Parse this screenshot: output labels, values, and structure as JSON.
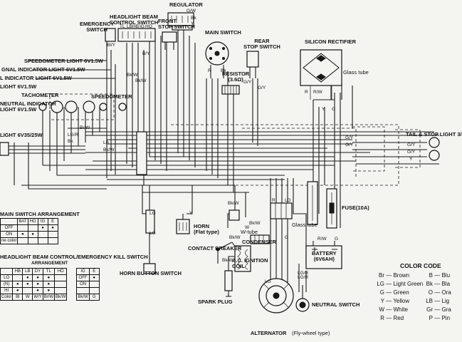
{
  "components": {
    "regulator": "REGULATOR",
    "headlight_switch": "HEADLIGHT BEAM\nCONTROL SWITCH",
    "emergency_switch": "EMERGENCY\nSWITCH",
    "front_stop": "FRONT\nSTOP SWITCH",
    "main_switch": "MAIN SWITCH",
    "rear_stop": "REAR\nSTOP SWITCH",
    "silicon_rectifier": "SILICON RECTIFIER",
    "glass_tube": "Glass tube",
    "resistor": "RESISTOR\n(3.6Ω)",
    "speedo_light": "SPEEDOMETER LIGHT 6V1.5W",
    "signal_indicator": "GNAL INDICATOR LIGHT 6V1.5W",
    "indicator_light": "L INDICATOR LIGHT 6V1.5W",
    "tacho_light": "LIGHT 6V1.5W",
    "tachometer": "TACHOMETER",
    "speedometer": "SPEEDOMETER",
    "neutral_indicator": "NEUTRAL INDICATOR\nLIGHT 6V1.5W",
    "headlight": "LIGHT 6V35/25W",
    "tail_stop": "TAIL & STOP LIGHT 3/",
    "fuse": "FUSE(10A)",
    "horn": "HORN\n(Flat type)",
    "horn_button": "HORN BUTTON SWITCH",
    "contact_breaker": "CONTACT BREAKER",
    "condenser": "CONDENSER",
    "ignition_coil": "A.C. IGNITION\nCOIL",
    "spark_plug": "SPARK PLUG",
    "alternator": "ALTERNATOR",
    "alternator_note": "(Fly-wheel type)",
    "neutral_switch": "NEUTRAL SWITCH",
    "battery": "BATTERY\n(6V6AH)",
    "w_tube": "W-tube",
    "glass_tube2": "Glass tube"
  },
  "main_switch_table": {
    "title": "MAIN SWITCH ARRANGEMENT",
    "header": [
      "BAT",
      "HO",
      "IG",
      "E"
    ],
    "rows": [
      "OFF",
      "ON",
      "ne color"
    ]
  },
  "hb_table": {
    "title": "HEADLIGHT BEAM CONTROL/EMERGENCY KILL SWITCH",
    "subtitle": "ARRANGEMENT",
    "header": [
      "HB",
      "LB",
      "DY",
      "TL",
      "HO",
      "IG",
      "E"
    ],
    "rows": [
      "LO",
      "(N)",
      "HI",
      "OFF",
      "ON",
      "Color"
    ],
    "color_row": [
      "Bl",
      "W",
      "W/Y",
      "Br/W",
      "Bk/W",
      "",
      "Bk/W",
      "G"
    ]
  },
  "color_code": {
    "title": "COLOR CODE",
    "left": [
      [
        "Br",
        "Brown"
      ],
      [
        "LG",
        "Light Green"
      ],
      [
        "G",
        "Green"
      ],
      [
        "Y",
        "Yellow"
      ],
      [
        "W",
        "White"
      ],
      [
        "R",
        "Red"
      ]
    ],
    "right": [
      [
        "B",
        "Blu"
      ],
      [
        "Bk",
        "Bla"
      ],
      [
        "O",
        "Ora"
      ],
      [
        "LB",
        "Lig"
      ],
      [
        "Gr",
        "Gra"
      ],
      [
        "P",
        "Pin"
      ]
    ]
  },
  "wire_labels": {
    "reg": [
      "G/W",
      "Bk",
      "Y"
    ],
    "hb_sw": [
      "TL",
      "LB",
      "HB",
      "IG",
      "HO"
    ],
    "bl_y": [
      "Bl/Y",
      "B/Y"
    ],
    "bk_w": [
      "Bk/W",
      "Bk/W"
    ],
    "main_sw": [
      "R",
      "Bk"
    ],
    "rear": [
      "G/Y",
      "G/Y"
    ],
    "rect": [
      "R",
      "R/W",
      "Y",
      "G"
    ],
    "left": [
      "LG/R",
      "LB",
      "Bk/W",
      "Br/W",
      "Bk"
    ],
    "tail": [
      "G/Y",
      "G/Y",
      "G/Y",
      "G/Y",
      "Y"
    ],
    "center": [
      "Bk/W",
      "LG",
      "LG",
      "Y",
      "R",
      "LG"
    ],
    "fuse_area": [
      "R/W",
      "G"
    ],
    "low": [
      "Bk/W",
      "LG",
      "LG/R",
      "G"
    ],
    "cond": [
      "W",
      "Bk/W",
      "Bk/W"
    ],
    "neutral": [
      "LG/R"
    ]
  }
}
